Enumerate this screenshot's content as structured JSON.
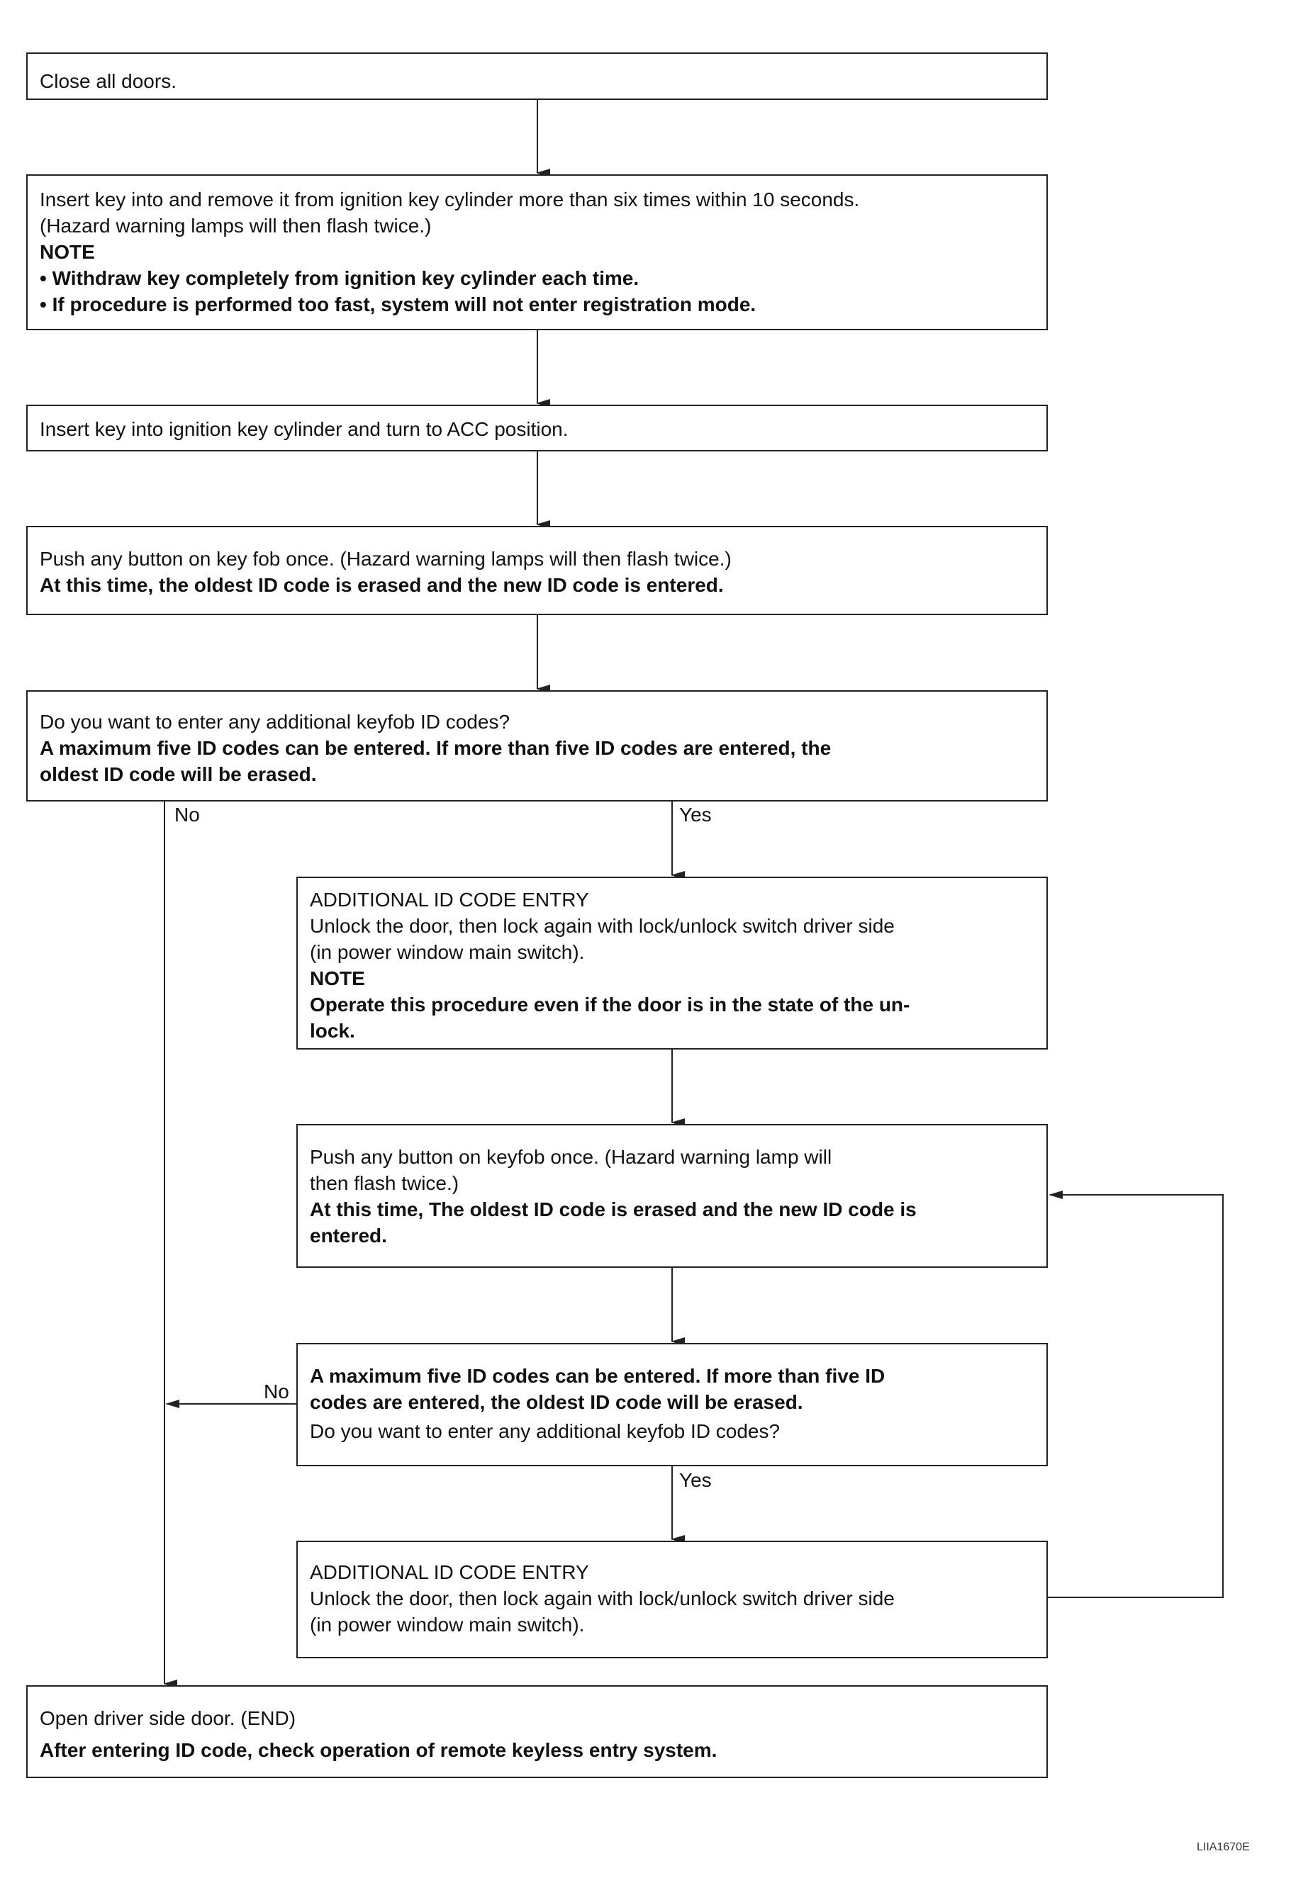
{
  "steps": {
    "s1": [
      "Close all doors."
    ],
    "s2": [
      "Insert key into and remove it from ignition key cylinder more than six times within 10 seconds.",
      "(Hazard warning lamps will then flash twice.)",
      "NOTE",
      "• Withdraw key completely from ignition key cylinder each time.",
      "• If procedure is performed too fast, system will not enter registration mode."
    ],
    "s3": [
      "Insert key into ignition key cylinder and turn to ACC position."
    ],
    "s4": [
      "Push any button on key fob once. (Hazard warning lamps will then flash twice.)",
      "At this time, the oldest ID code is erased and the new ID code is entered."
    ],
    "s5": [
      "Do you want to enter any additional keyfob ID codes?",
      "A  maximum five ID codes can be entered. If more than five ID codes are entered, the",
      "oldest ID code will be erased."
    ],
    "s6": [
      "ADDITIONAL ID CODE ENTRY",
      "Unlock the door, then lock again with lock/unlock switch driver side",
      "(in power window main switch).",
      "NOTE",
      "Operate this procedure even if the door is in the state of the un-",
      "lock."
    ],
    "s7": [
      "Push any button on keyfob once. (Hazard warning lamp will",
      "then flash twice.)",
      "At this time, The oldest ID code is erased and the new ID code is",
      "entered."
    ],
    "s8": [
      "A  maximum five ID codes can be entered. If more than five ID",
      "codes are entered, the oldest ID code will be erased.",
      "Do you want to enter any additional keyfob ID codes?"
    ],
    "s9": [
      "ADDITIONAL ID CODE ENTRY",
      "Unlock the door, then lock again with lock/unlock switch driver side",
      "(in power window main switch)."
    ],
    "s10": [
      "Open driver side door. (END)",
      "After entering ID code, check operation of remote keyless entry system."
    ]
  },
  "labels": {
    "no1": "No",
    "yes1": "Yes",
    "no2": "No",
    "yes2": "Yes"
  },
  "figure_code": "LIIA1670E"
}
